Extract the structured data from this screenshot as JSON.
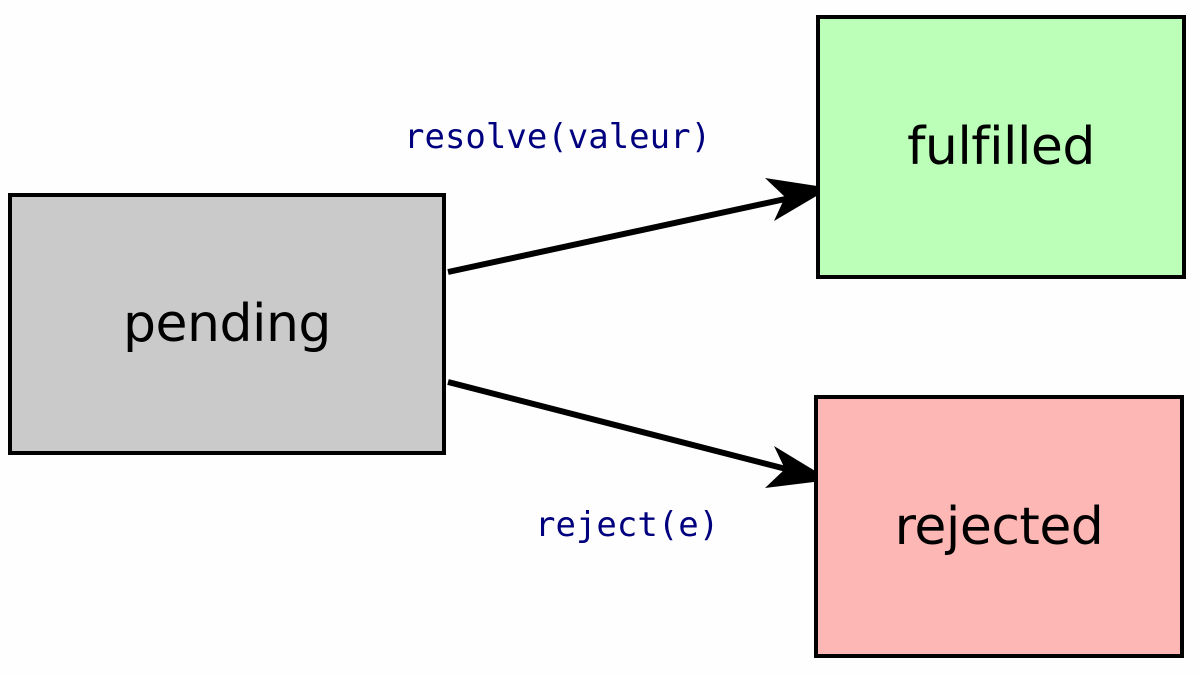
{
  "states": {
    "pending": {
      "label": "pending",
      "fill": "#c9cac9"
    },
    "fulfilled": {
      "label": "fulfilled",
      "fill": "#bbffb8"
    },
    "rejected": {
      "label": "rejected",
      "fill": "#fdb8b6"
    }
  },
  "transitions": {
    "resolve": {
      "label": "resolve(valeur)",
      "from": "pending",
      "to": "fulfilled"
    },
    "reject": {
      "label": "reject(e)",
      "from": "pending",
      "to": "rejected"
    }
  },
  "colors": {
    "background": "#fdfefd",
    "border": "#000000",
    "label_text": "#00007f",
    "arrow": "#000000"
  }
}
